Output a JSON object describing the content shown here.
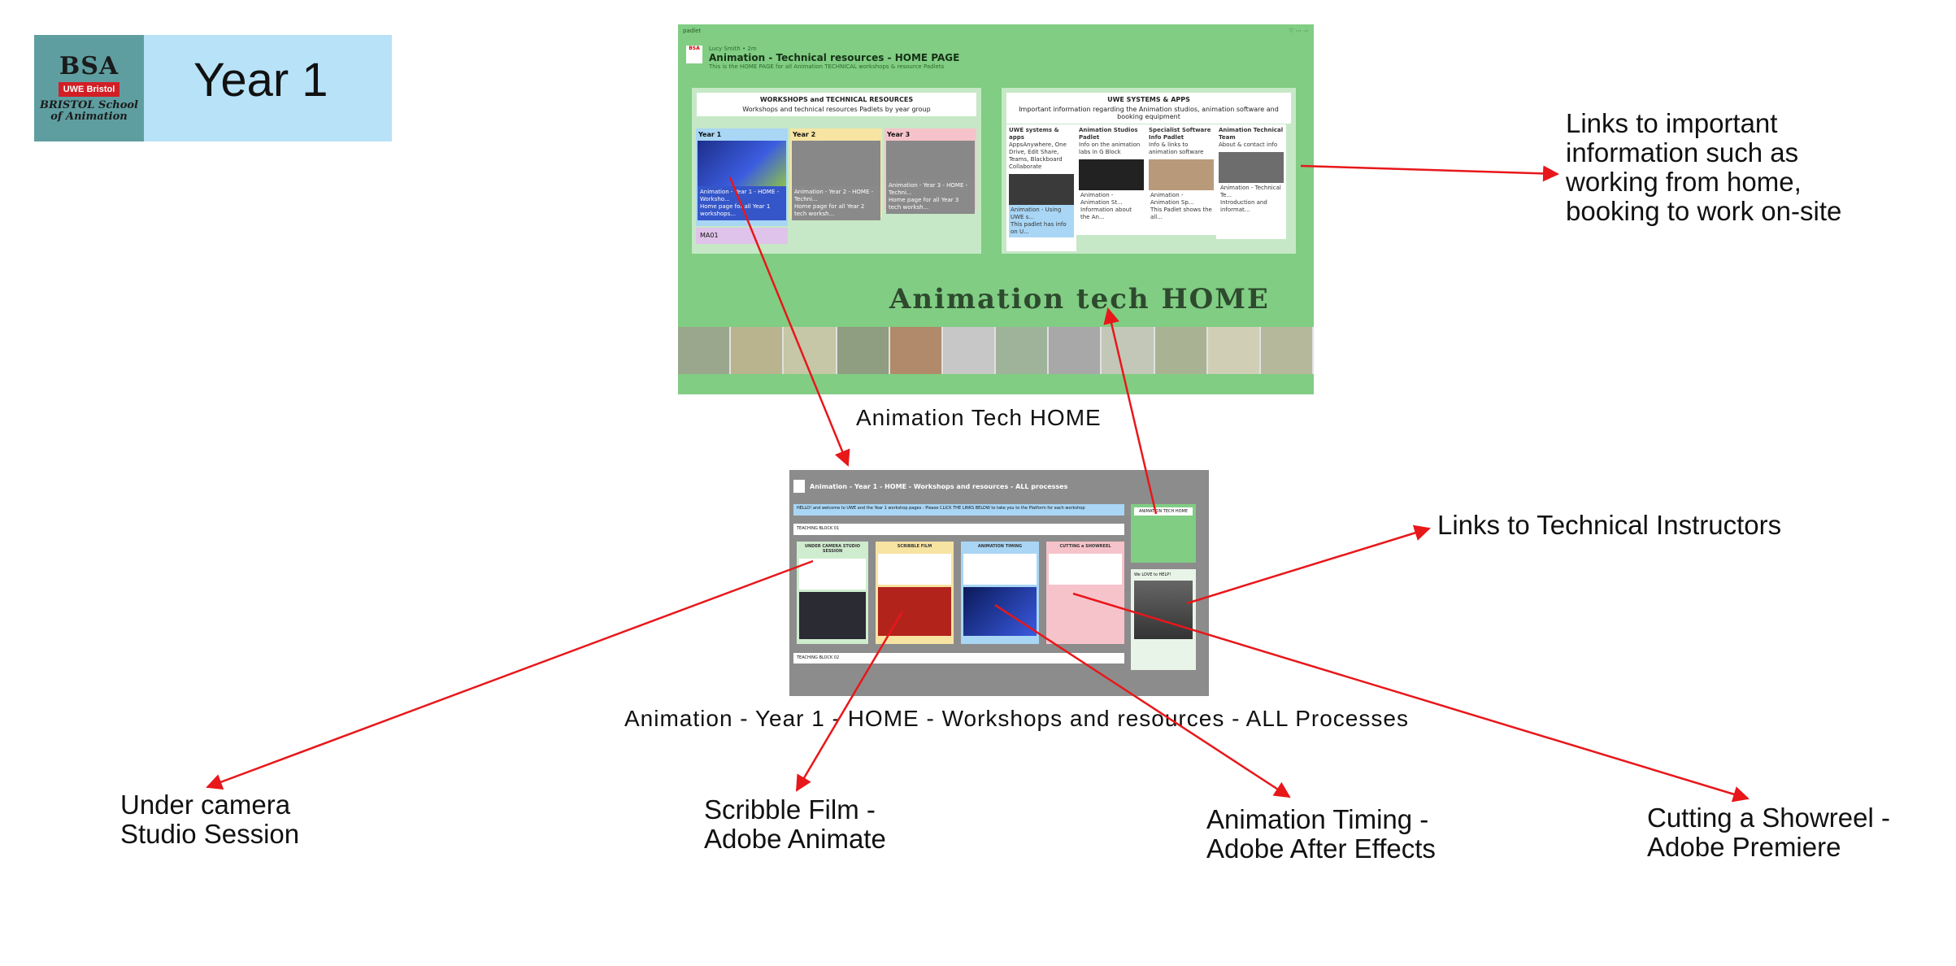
{
  "header": {
    "logo": {
      "letters": "BSA",
      "brand": "UWE Bristol",
      "school_line1": "BRISTOL School",
      "school_line2": "of Animation"
    },
    "title": "Year 1"
  },
  "home_screenshot": {
    "app": "padlet",
    "breadcrumb": "Lucy Smith • 2m",
    "title": "Animation - Technical resources - HOME PAGE",
    "subtitle": "This is the HOME PAGE for all Animation TECHNICAL workshops & resource Padlets",
    "workshops_panel": {
      "heading": "WORKSHOPS and TECHNICAL RESOURCES",
      "subheading": "Workshops and technical resources Padlets by year group",
      "columns": [
        {
          "label": "Year 1",
          "card": "Animation - Year 1 - HOME - Worksho...",
          "card_sub": "Home page for all Year 1 workshops...",
          "color": "#a9d6f5"
        },
        {
          "label": "Year 2",
          "card": "Animation - Year 2 - HOME - Techni...",
          "card_sub": "Home page for all Year 2 tech worksh...",
          "color": "#f7e4a2"
        },
        {
          "label": "Year 3",
          "card": "Animation - Year 3 - HOME - Techni...",
          "card_sub": "Home page for all Year 3 tech worksh...",
          "color": "#f7c3cb"
        }
      ],
      "extra_item": "MA01"
    },
    "systems_panel": {
      "heading": "UWE SYSTEMS & APPS",
      "subheading": "Important information regarding the Animation studios, animation software and booking equipment",
      "columns": [
        {
          "label": "UWE systems & apps",
          "text": "AppsAnywhere, One Drive, Edit Share, Teams, Blackboard Collaborate",
          "card": "Animation - Using UWE s...",
          "card_sub": "This padlet has info on U..."
        },
        {
          "label": "Animation Studios Padlet",
          "text": "Info on the animation labs in G Block",
          "card": "Animation - Animation St...",
          "card_sub": "Information about the An..."
        },
        {
          "label": "Specialist Software Info Padlet",
          "text": "Info & links to animation software",
          "card": "Animation - Animation Sp...",
          "card_sub": "This Padlet shows the all..."
        },
        {
          "label": "Animation Technical Team",
          "text": "About & contact info",
          "card": "Animation - Technical Te...",
          "card_sub": "Introduction and informat..."
        }
      ]
    },
    "banner": "Animation tech HOME",
    "caption": "Animation Tech HOME"
  },
  "year1_screenshot": {
    "title": "Animation - Year 1 - HOME - Workshops and resources - ALL processes",
    "welcome": "HELLO! and welcome to UWE and the Year 1 workshop pages - Please CLICK THE LINKS BELOW to take you to the Platform for each workshop",
    "block1": "TEACHING BLOCK 01",
    "block2": "TEACHING BLOCK 02",
    "columns": [
      {
        "label": "UNDER CAMERA STUDIO SESSION",
        "color": "#cfeccf"
      },
      {
        "label": "SCRIBBLE FILM",
        "color": "#f7e4a2"
      },
      {
        "label": "ANIMATION TIMING",
        "color": "#a9d6f5"
      },
      {
        "label": "CUTTING a SHOWREEL",
        "color": "#f7c3cb"
      }
    ],
    "side_panel_top": "ANIMATION TECH HOME",
    "side_panel_bottom": "We LOVE to HELP!",
    "caption": "Animation - Year 1 - HOME - Workshops and resources - ALL Processes"
  },
  "annotations": {
    "important_links": "Links to important\ninformation such as\nworking from home,\nbooking to work on-site",
    "instructors": "Links to Technical Instructors",
    "under_camera": "Under camera\nStudio Session",
    "scribble": "Scribble Film -\nAdobe Animate",
    "timing": "Animation Timing -\nAdobe After Effects",
    "showreel": "Cutting a Showreel -\nAdobe Premiere"
  },
  "colors": {
    "arrow": "#e8171a",
    "header_bg": "#b8e2f8",
    "padlet_green": "#80cd83",
    "padlet_grey": "#8c8c8c"
  }
}
